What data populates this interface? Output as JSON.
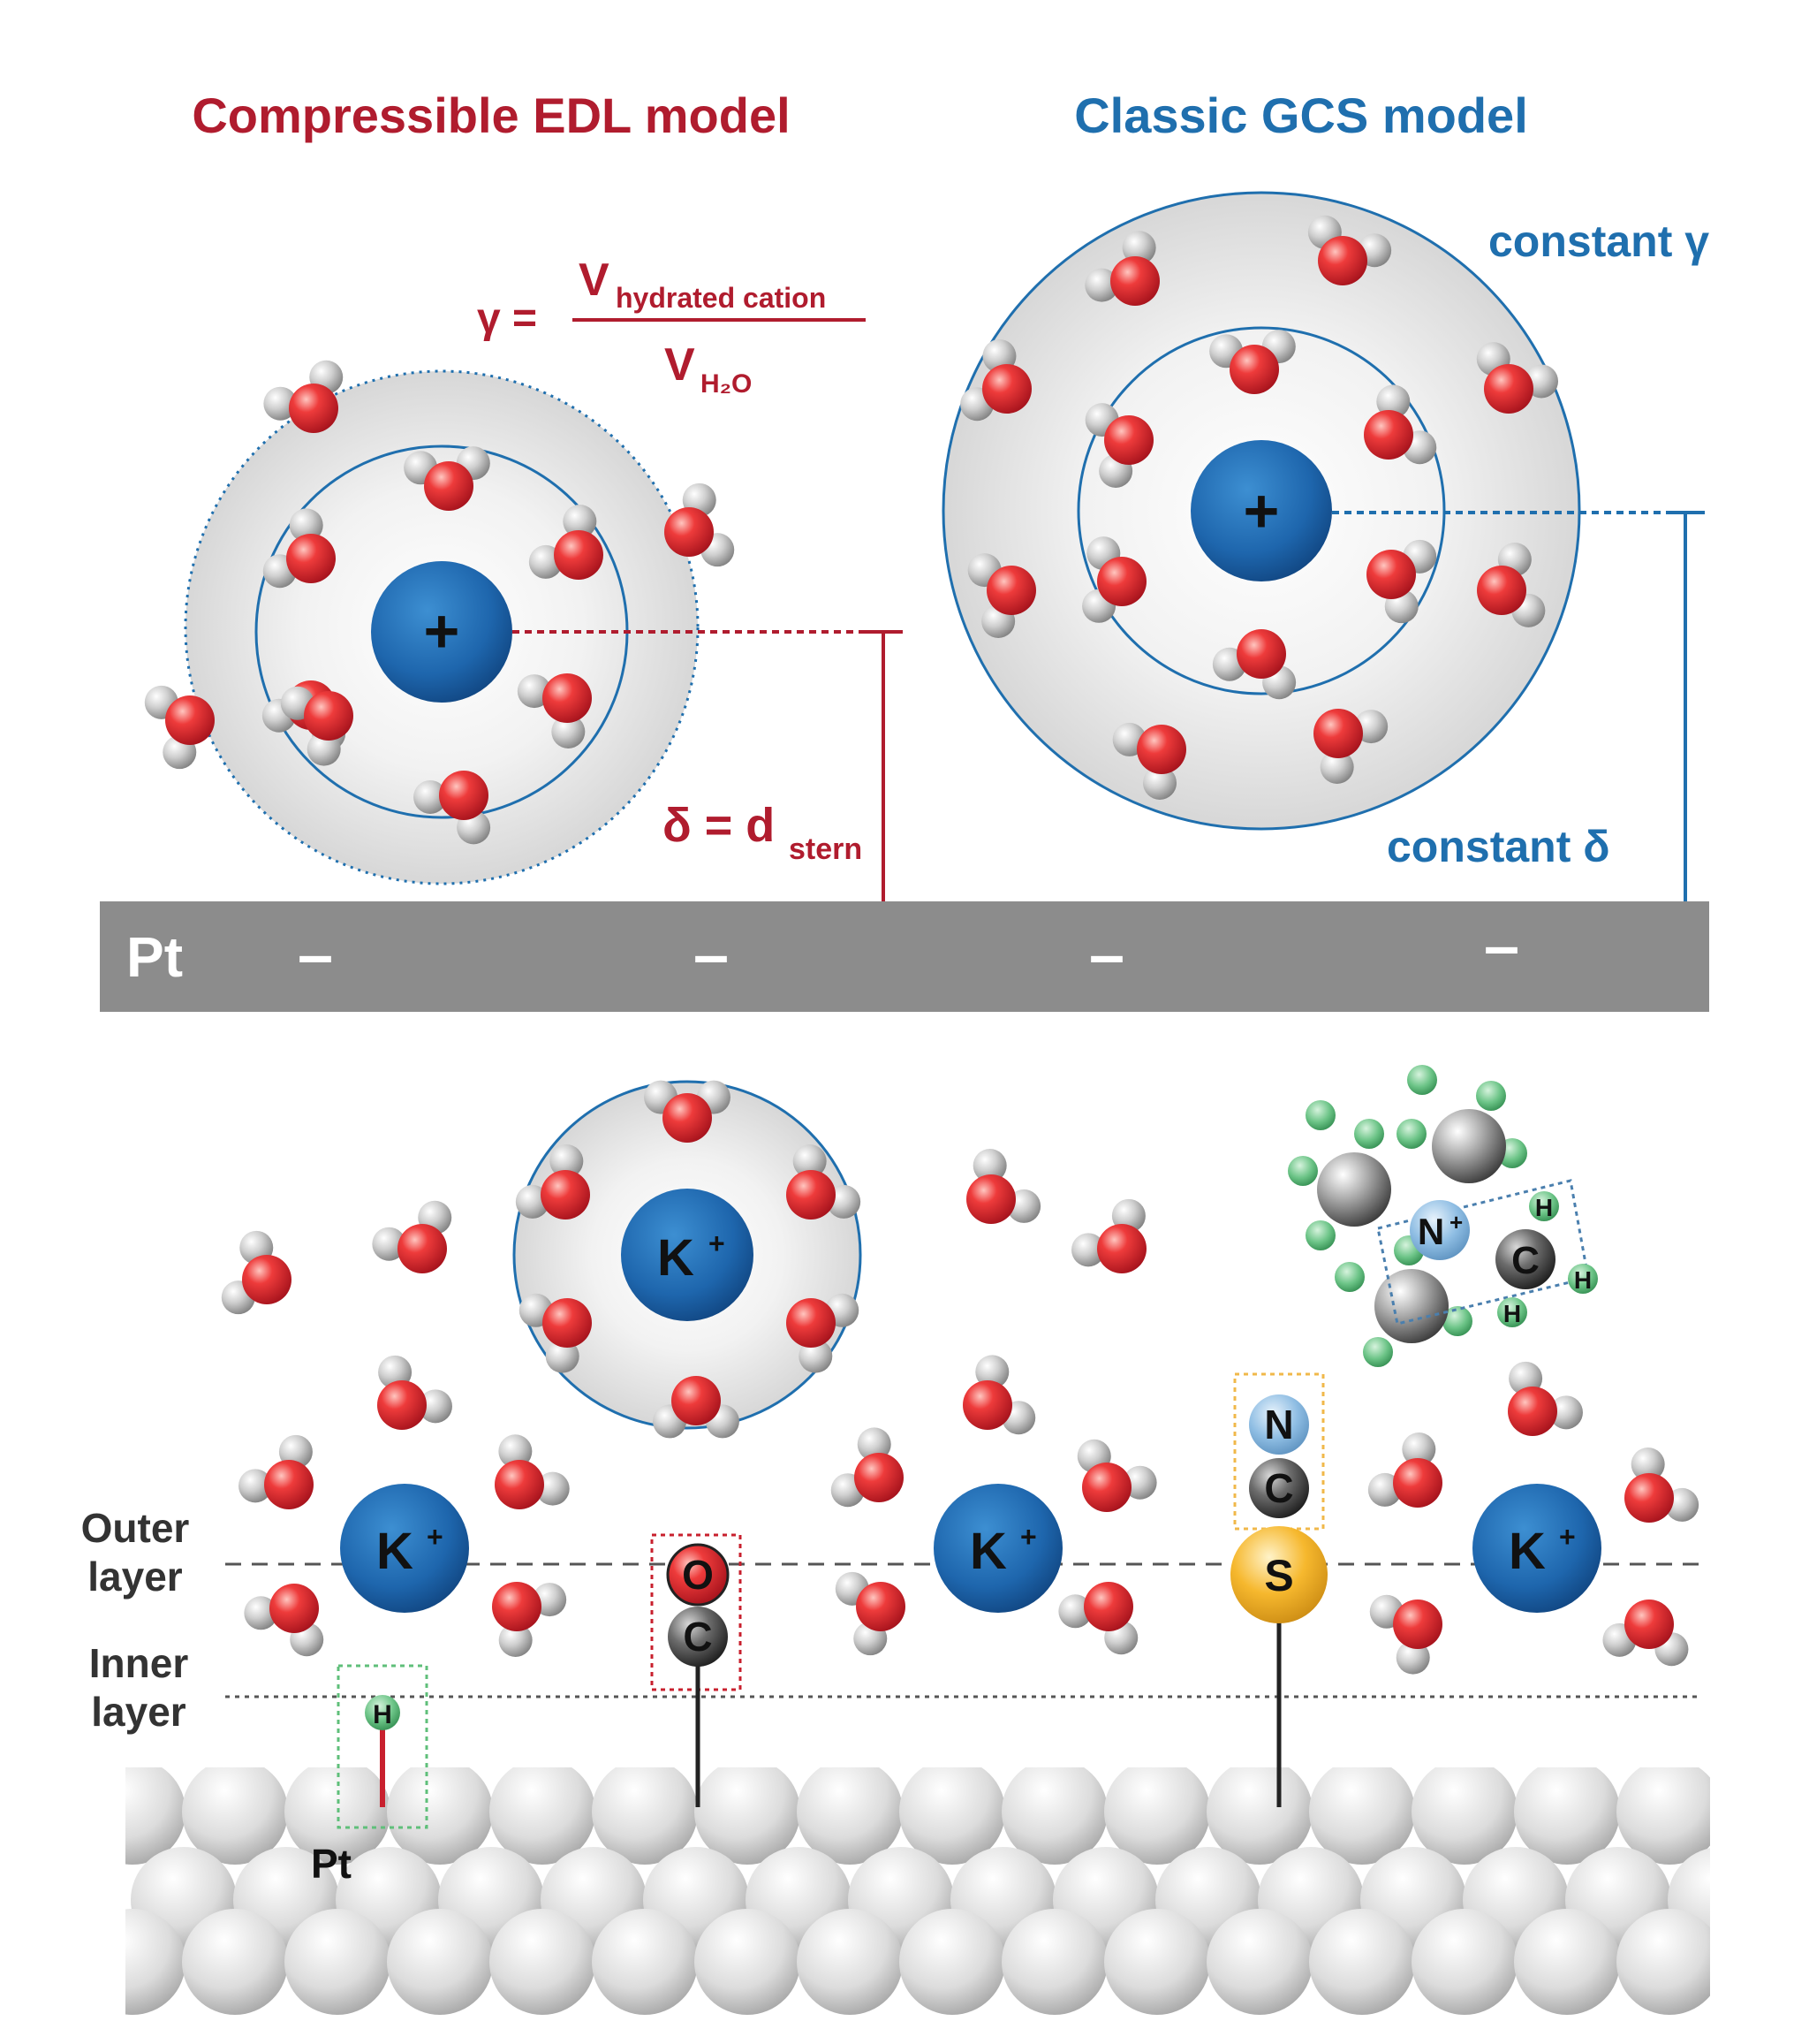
{
  "colors": {
    "compressible_red": "#b01c2e",
    "classic_blue": "#1f6fae",
    "cation_blue": "#1d64ad",
    "oxygen_red": "#e2232a",
    "hydrogen_grey": "#b0b0b0",
    "electrode_grey": "#8c8c8c",
    "shell_grey": "#e4e4e4",
    "sulfur_yellow": "#f6b82e",
    "nitrogen_lightblue": "#8ebde3",
    "green_h": "#5fbf7a"
  },
  "top": {
    "left_title": "Compressible EDL model",
    "right_title": "Classic GCS model",
    "gamma": {
      "lhs": "γ =",
      "numerator_main": "V",
      "numerator_sub": "hydrated cation",
      "denominator_main": "V",
      "denominator_sub": "H₂O"
    },
    "cation_symbol": "+",
    "delta_main": "δ = d",
    "delta_sub": "stern",
    "constant_gamma": "constant γ",
    "constant_delta": "constant δ",
    "electrode_label": "Pt",
    "electrode_charge": "–"
  },
  "bottom": {
    "outer_layer_line1": "Outer",
    "outer_layer_line2": "layer",
    "inner_layer_line1": "Inner",
    "inner_layer_line2": "layer",
    "k_ion": "K",
    "k_charge": "+",
    "h_adsorbate": "H",
    "co_o": "O",
    "co_c": "C",
    "scn_n": "N",
    "scn_c": "C",
    "scn_s": "S",
    "tma_n": "N",
    "tma_n_charge": "+",
    "tma_c": "C",
    "tma_h": "H",
    "pt_label": "Pt"
  }
}
